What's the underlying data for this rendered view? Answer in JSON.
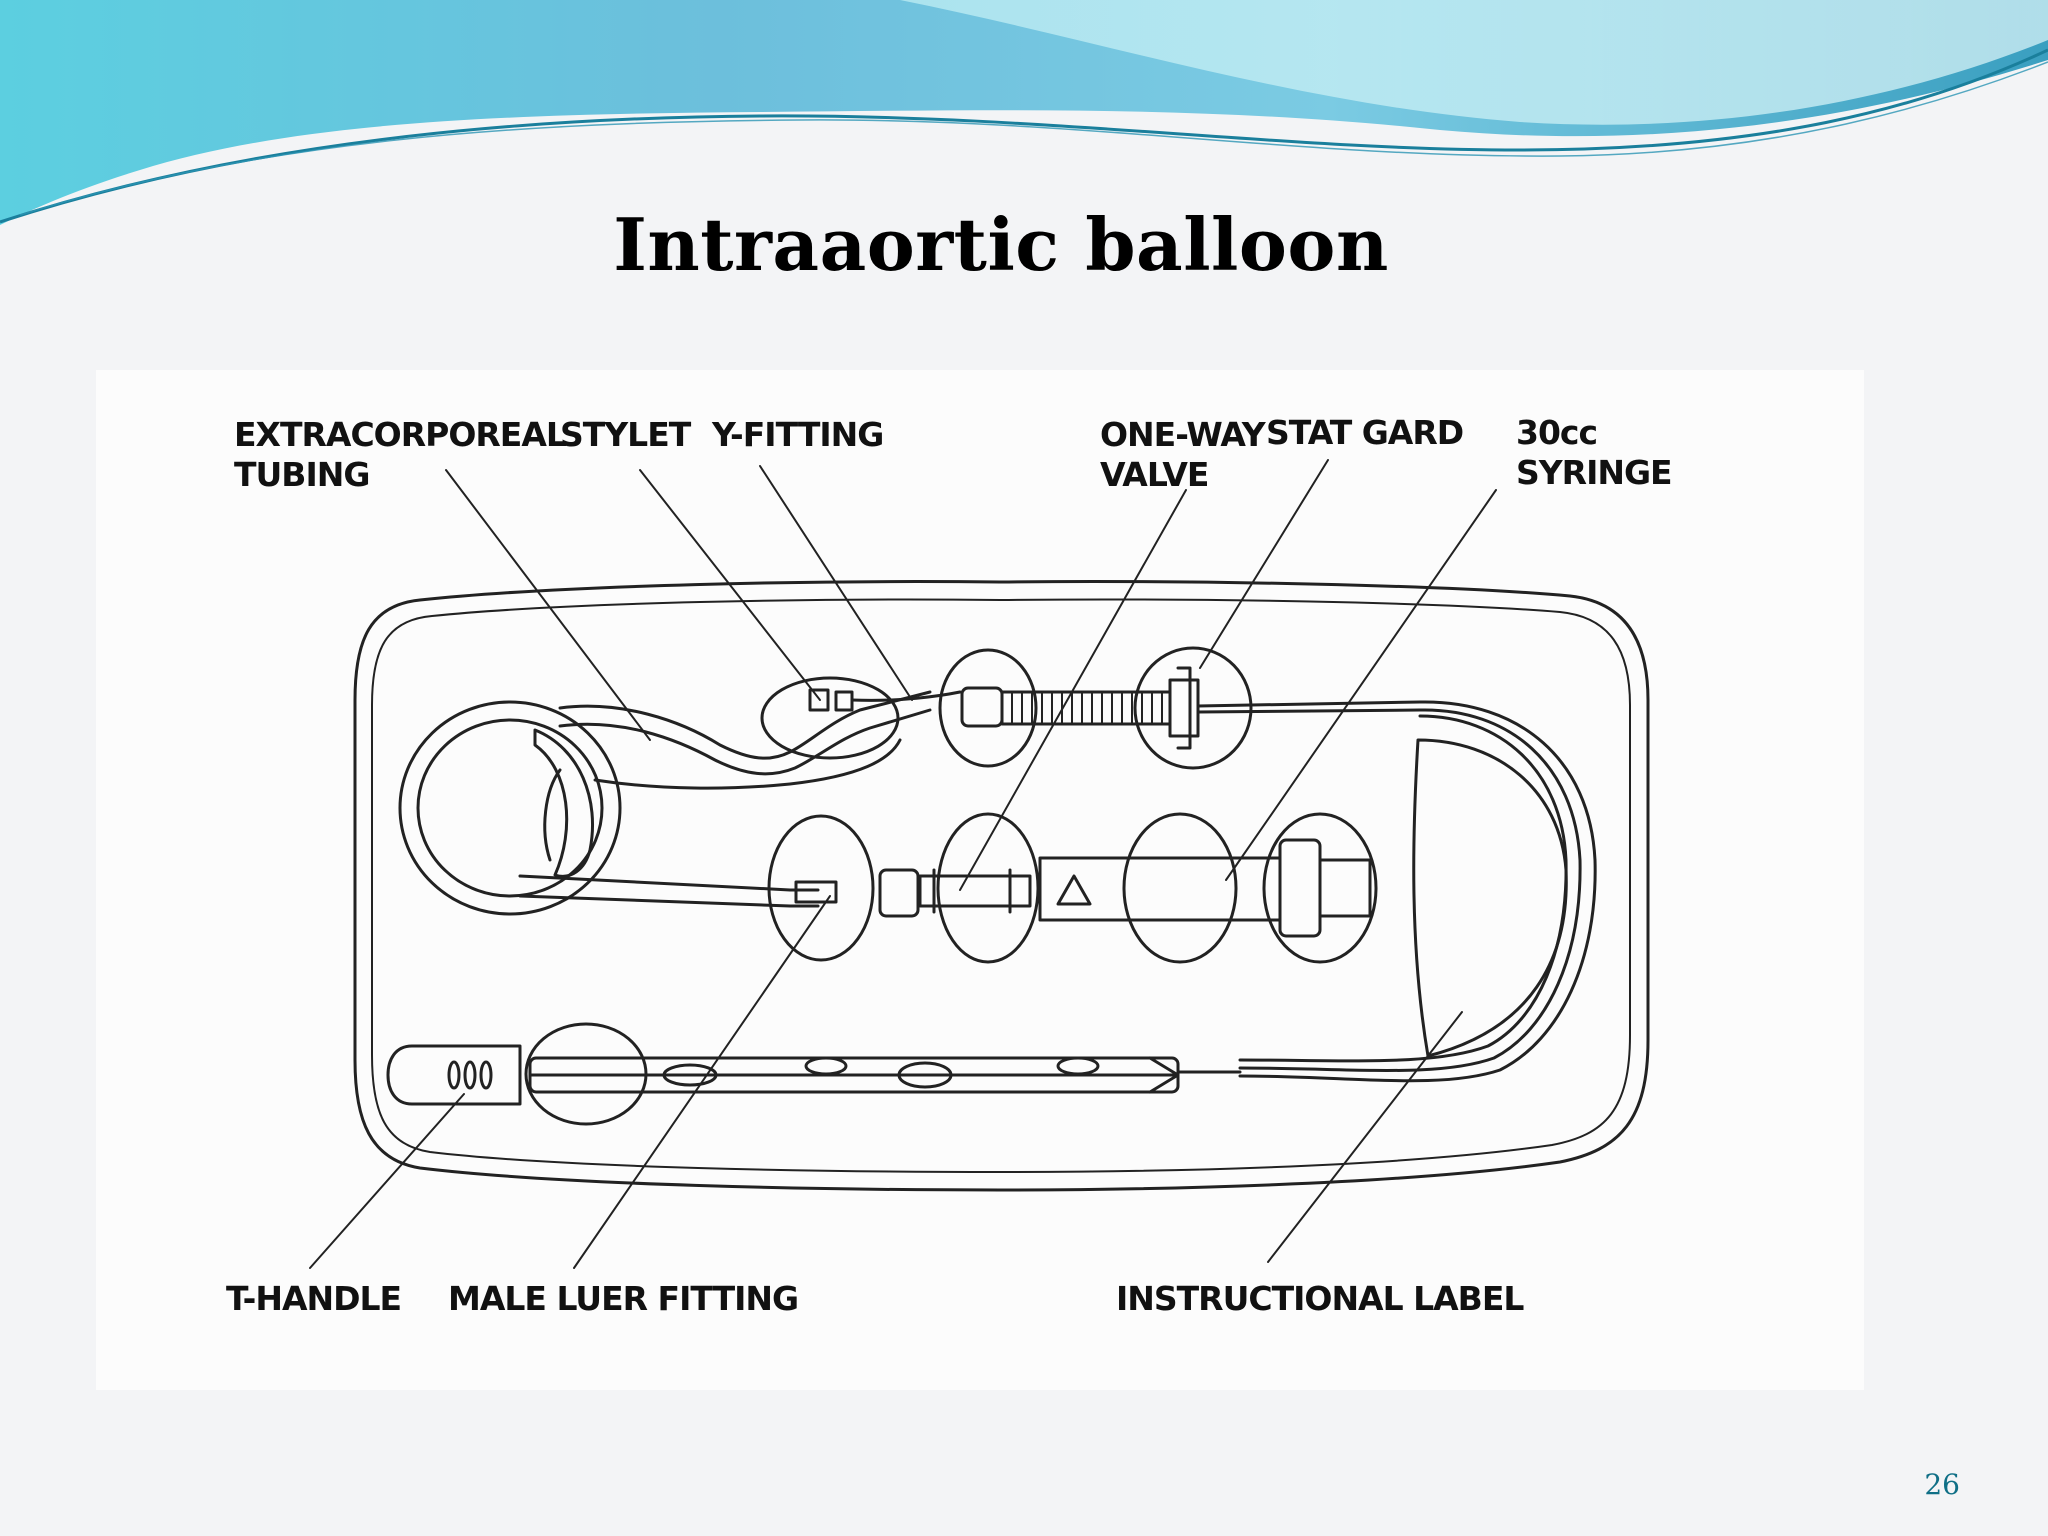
{
  "slide": {
    "title": "Intraaortic balloon",
    "page_number": "26"
  },
  "colors": {
    "header_light": "#aee6ee",
    "header_mid": "#7cc9dc",
    "header_deep": "#3a9fc0",
    "accent_line": "#1a7f9c",
    "page_number": "#0f6f86",
    "line_art": "#222222"
  },
  "diagram": {
    "labels": {
      "extracorporeal_tubing": [
        "EXTRACORPOREAL",
        "TUBING"
      ],
      "stylet": "STYLET",
      "y_fitting": "Y-FITTING",
      "one_way_valve": [
        "ONE-WAY",
        "VALVE"
      ],
      "stat_gard": "STAT GARD",
      "syringe": [
        "30cc",
        "SYRINGE"
      ],
      "t_handle": "T-HANDLE",
      "male_luer_fitting": "MALE LUER FITTING",
      "instructional_label": "INSTRUCTIONAL LABEL"
    }
  }
}
